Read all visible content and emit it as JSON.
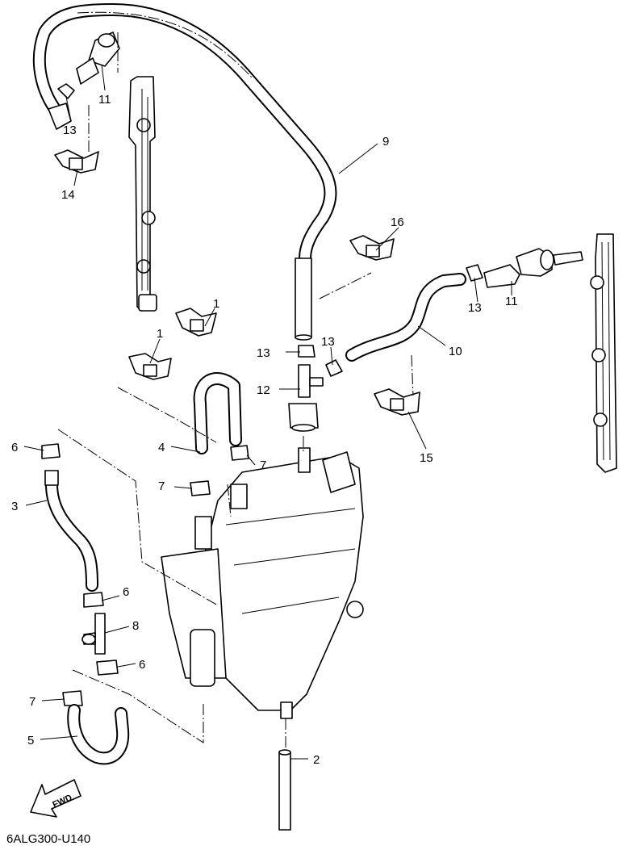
{
  "diagram_code": "6ALG300-U140",
  "direction_label": "FWD",
  "callouts": [
    {
      "id": "c1a",
      "text": "1"
    },
    {
      "id": "c1b",
      "text": "1"
    },
    {
      "id": "c2",
      "text": "2"
    },
    {
      "id": "c3",
      "text": "3"
    },
    {
      "id": "c4",
      "text": "4"
    },
    {
      "id": "c5",
      "text": "5"
    },
    {
      "id": "c6a",
      "text": "6"
    },
    {
      "id": "c6b",
      "text": "6"
    },
    {
      "id": "c6c",
      "text": "6"
    },
    {
      "id": "c7a",
      "text": "7"
    },
    {
      "id": "c7b",
      "text": "7"
    },
    {
      "id": "c7c",
      "text": "7"
    },
    {
      "id": "c8",
      "text": "8"
    },
    {
      "id": "c9",
      "text": "9"
    },
    {
      "id": "c10",
      "text": "10"
    },
    {
      "id": "c11a",
      "text": "11"
    },
    {
      "id": "c11b",
      "text": "11"
    },
    {
      "id": "c12",
      "text": "12"
    },
    {
      "id": "c13a",
      "text": "13"
    },
    {
      "id": "c13b",
      "text": "13"
    },
    {
      "id": "c13c",
      "text": "13"
    },
    {
      "id": "c13d",
      "text": "13"
    },
    {
      "id": "c14",
      "text": "14"
    },
    {
      "id": "c15",
      "text": "15"
    },
    {
      "id": "c16",
      "text": "16"
    }
  ]
}
